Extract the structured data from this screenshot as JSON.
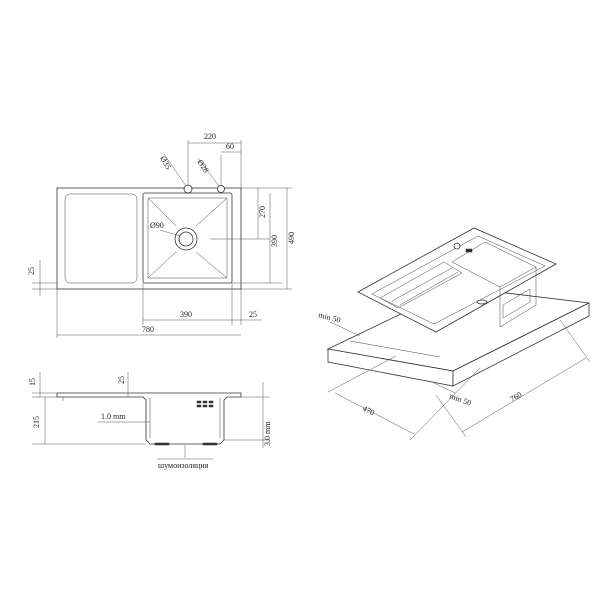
{
  "top_view": {
    "dim_220": "220",
    "dim_60": "60",
    "dim_d35": "Ø35",
    "dim_d28": "Ø28",
    "dim_d90": "Ø90",
    "dim_270": "270",
    "dim_390_v": "390",
    "dim_490": "490",
    "dim_25_left": "25",
    "dim_390_h": "390",
    "dim_25_bottom": "25",
    "dim_780": "780"
  },
  "section_view": {
    "dim_15": "15",
    "dim_25": "25",
    "dim_215": "215",
    "dim_1mm": "1.0 mm",
    "dim_3mm": "3.0 mm",
    "label_noise": "шумоизоляция"
  },
  "iso_view": {
    "dim_min50_left": "min 50",
    "dim_min50_bottom": "min 50",
    "dim_470": "470",
    "dim_760": "760"
  }
}
